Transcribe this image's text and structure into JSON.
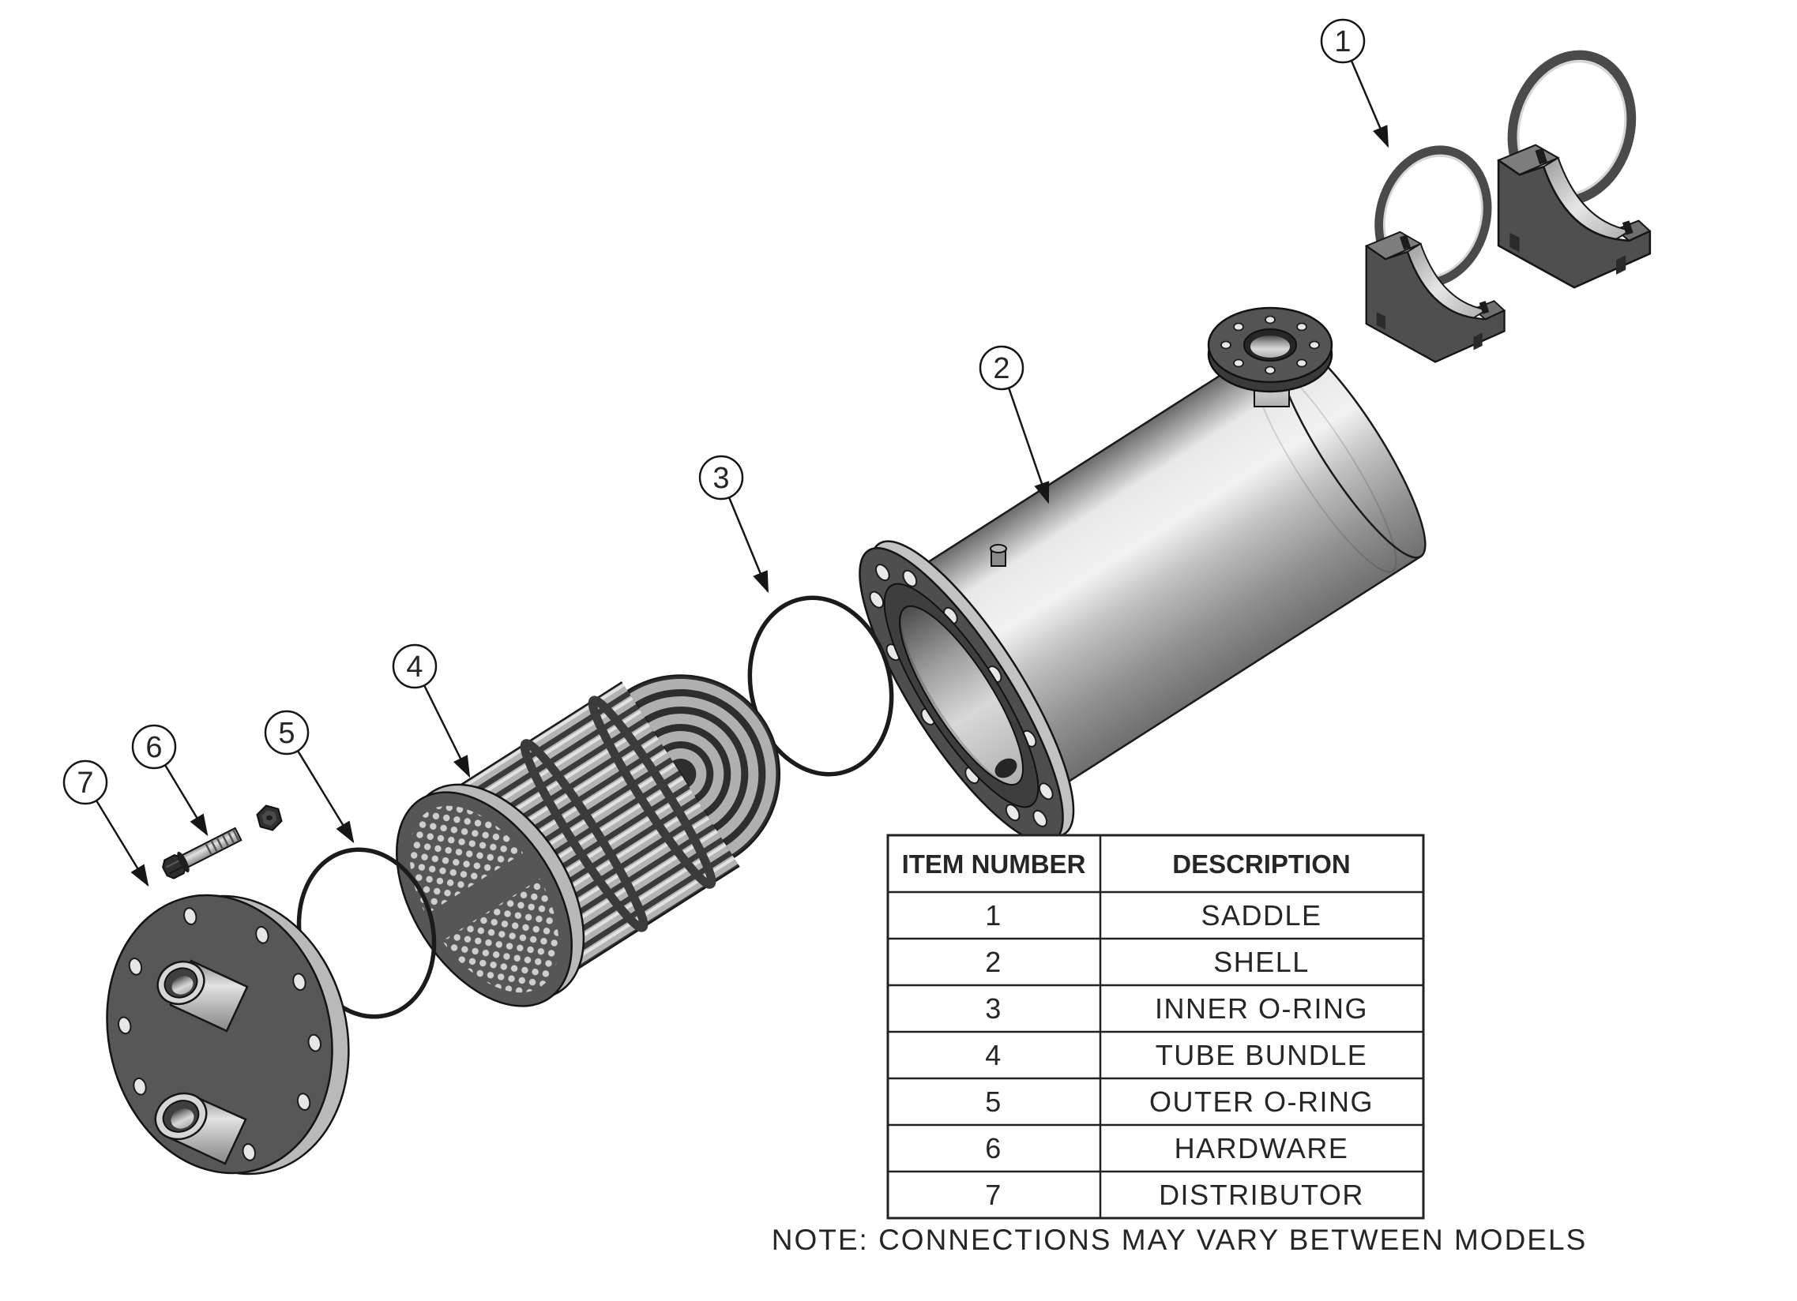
{
  "callouts": [
    {
      "label": "1"
    },
    {
      "label": "2"
    },
    {
      "label": "3"
    },
    {
      "label": "4"
    },
    {
      "label": "5"
    },
    {
      "label": "6"
    },
    {
      "label": "7"
    }
  ],
  "table": {
    "headers": [
      "ITEM NUMBER",
      "DESCRIPTION"
    ],
    "rows": [
      [
        "1",
        "SADDLE"
      ],
      [
        "2",
        "SHELL"
      ],
      [
        "3",
        "INNER O-RING"
      ],
      [
        "4",
        "TUBE BUNDLE"
      ],
      [
        "5",
        "OUTER O-RING"
      ],
      [
        "6",
        "HARDWARE"
      ],
      [
        "7",
        "DISTRIBUTOR"
      ]
    ]
  },
  "note": "NOTE: CONNECTIONS MAY VARY BETWEEN MODELS",
  "colors": {
    "background": "#ffffff",
    "outline": "#161616",
    "dark_metal": "#4f4f4f",
    "light_metal": "#d9d9d9",
    "text": "#262626"
  }
}
